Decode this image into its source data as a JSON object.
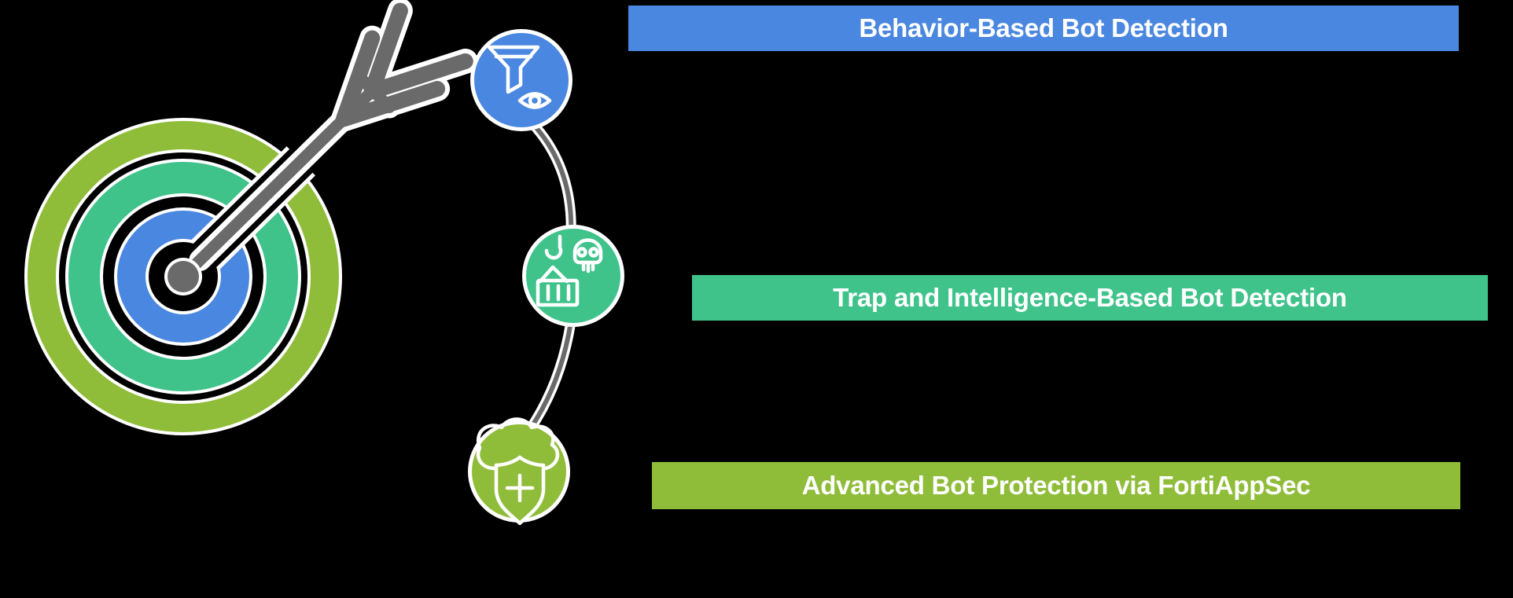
{
  "page": {
    "background": "#000000",
    "description": "Bot detection methods infographic: target with arrow and three connected icon nodes"
  },
  "banners": [
    {
      "id": "behavior",
      "label": "Behavior-Based Bot Detection",
      "color": "#4a87e0",
      "text_color": "#ffffff"
    },
    {
      "id": "trap",
      "label": "Trap and Intelligence-Based Bot Detection",
      "color": "#3fc38a",
      "text_color": "#ffffff"
    },
    {
      "id": "protection",
      "label": "Advanced Bot Protection via FortiAppSec",
      "color": "#8fbd3a",
      "text_color": "#ffffff"
    }
  ],
  "nodes": [
    {
      "id": "behavior",
      "icon": "funnel-eye-icon",
      "color": "#4a87e0"
    },
    {
      "id": "trap",
      "icon": "crane-hook-skull-container-icon",
      "color": "#3fc38a"
    },
    {
      "id": "protection",
      "icon": "cloud-shield-plus-icon",
      "color": "#8fbd3a"
    }
  ],
  "illustration": {
    "target_ring_colors": [
      "#8fbd3a",
      "#3fc38a",
      "#4a87e0"
    ],
    "target_center_dot_color": "#6a6a6a",
    "arrow_color": "#6a6a6a",
    "connector_color": "#6a6a6a",
    "outline_color": "#ffffff"
  }
}
